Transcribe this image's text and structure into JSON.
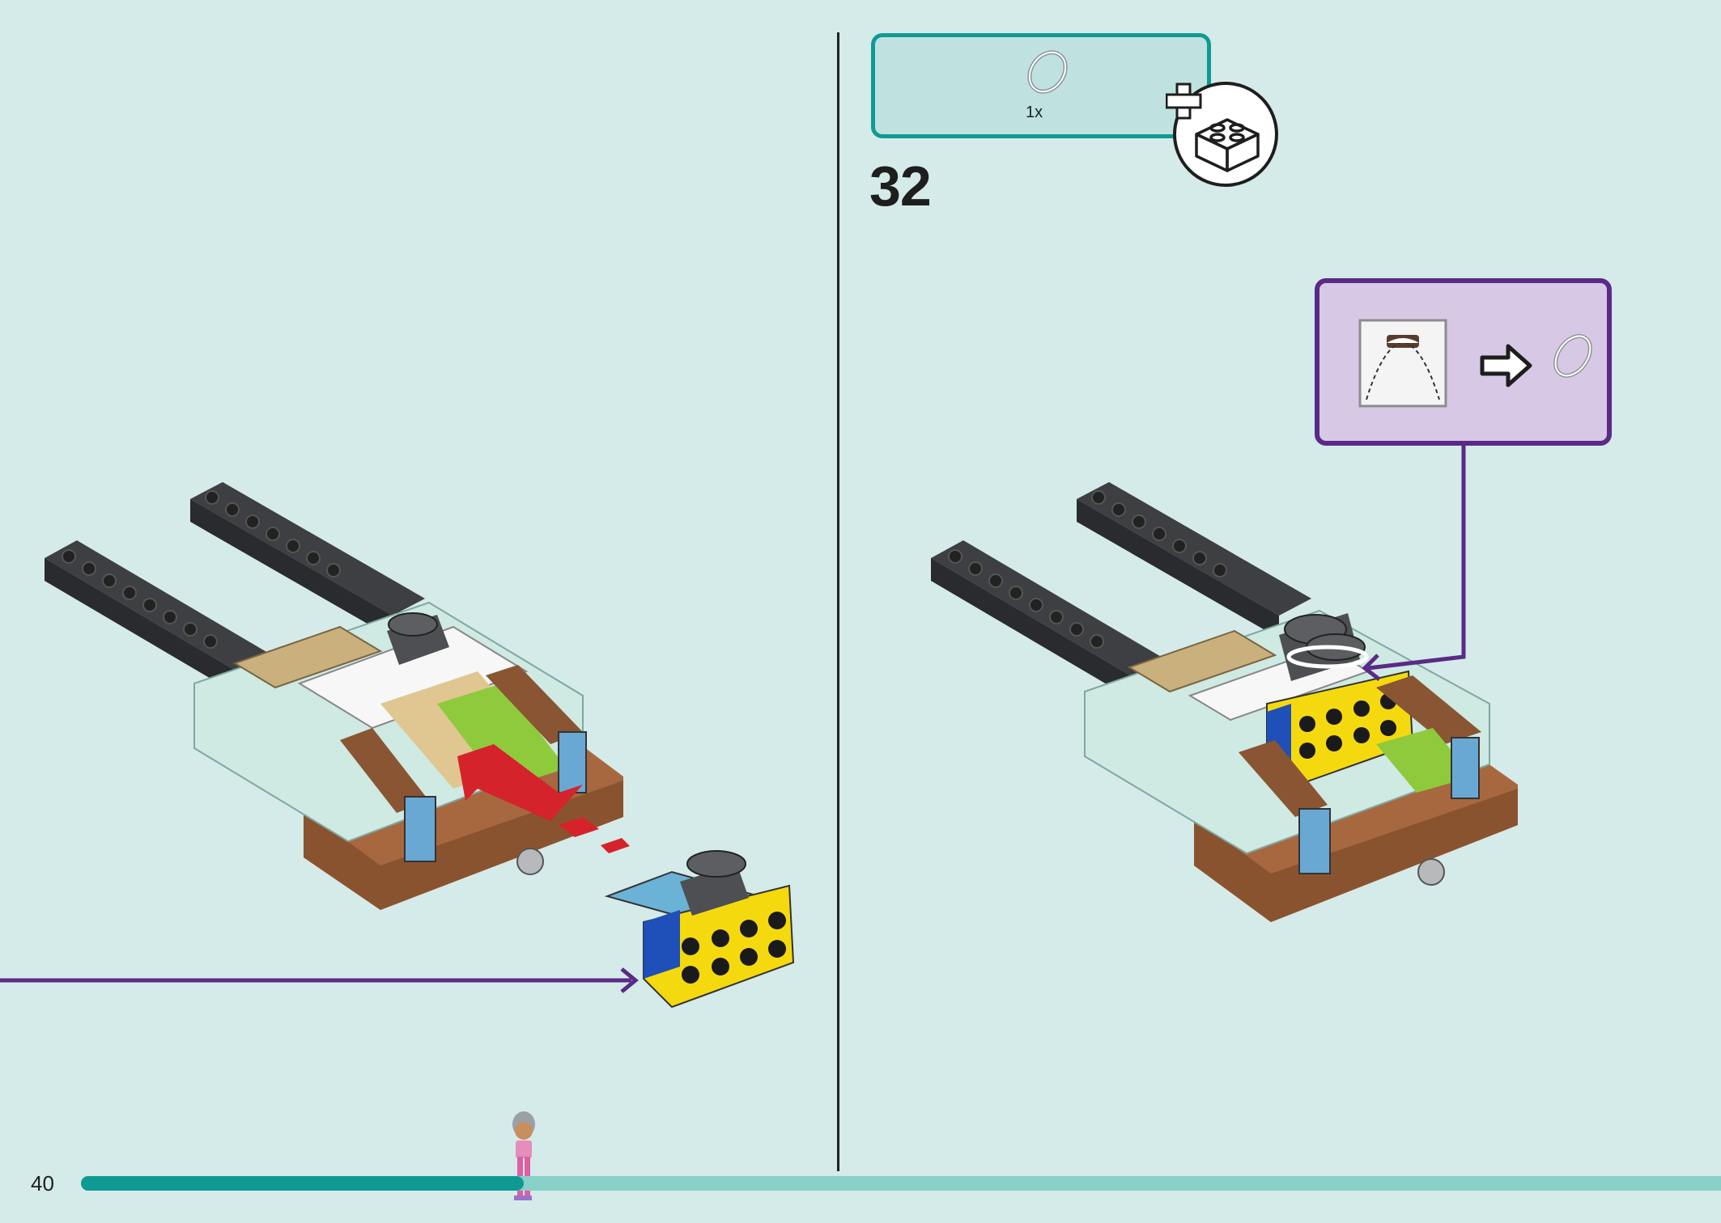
{
  "page": {
    "number": "40"
  },
  "step": {
    "number": "32"
  },
  "parts": [
    {
      "quantity_label": "1x",
      "icon": "transparent-ring-icon"
    }
  ],
  "callout": {
    "from_icon": "dome-mold-icon",
    "arrow_icon": "right-arrow-icon",
    "to_icon": "transparent-ring-icon"
  },
  "progress": {
    "fraction": 0.27
  },
  "colors": {
    "background": "#d5ebe9",
    "parts_box_border": "#0f9b94",
    "callout_border": "#5a2a86",
    "callout_fill": "#d7c9e6",
    "progress_fill": "#0e9a93",
    "progress_track": "#89d0c8",
    "arrow_red": "#d4232b",
    "arrow_purple": "#5a2a86"
  }
}
